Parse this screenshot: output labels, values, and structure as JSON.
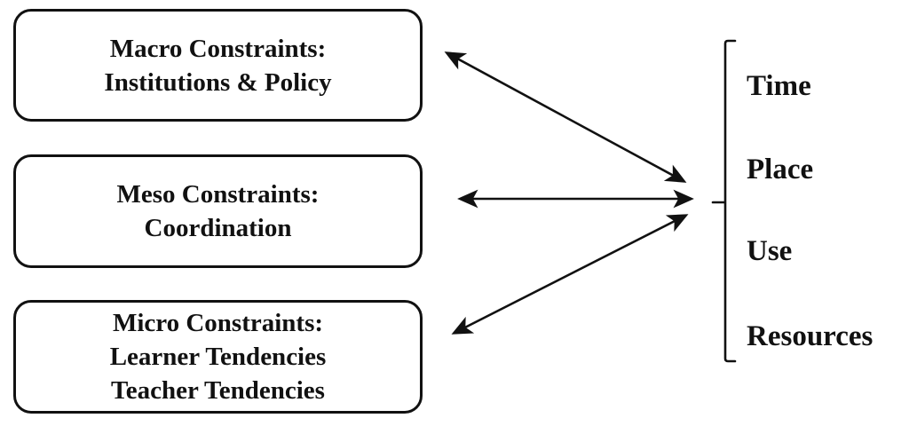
{
  "diagram": {
    "boxes": [
      {
        "id": "macro",
        "lines": [
          "Macro Constraints:",
          "Institutions & Policy"
        ]
      },
      {
        "id": "meso",
        "lines": [
          "Meso Constraints:",
          "Coordination"
        ]
      },
      {
        "id": "micro",
        "lines": [
          "Micro Constraints:",
          "Learner Tendencies",
          "Teacher Tendencies"
        ]
      }
    ],
    "bracket_labels": [
      "Time",
      "Place",
      "Use",
      "Resources"
    ],
    "arrows": [
      {
        "from": "macro-constraints-box",
        "to": "bracket",
        "style": "double-headed"
      },
      {
        "from": "meso-constraints-box",
        "to": "bracket",
        "style": "double-headed"
      },
      {
        "from": "micro-constraints-box",
        "to": "bracket",
        "style": "double-headed"
      }
    ],
    "colors": {
      "stroke": "#111111",
      "text": "#111111",
      "background": "#ffffff"
    }
  }
}
